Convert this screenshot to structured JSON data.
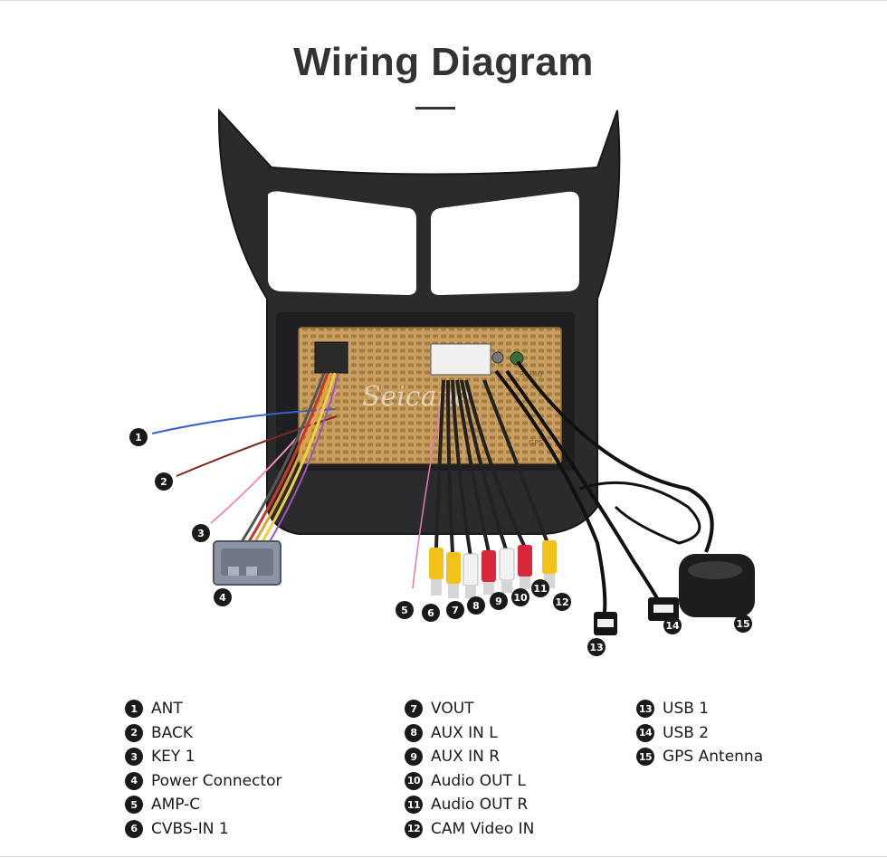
{
  "title": "Wiring Diagram",
  "watermark": "Seicane",
  "unit_markings": {
    "radio": "RADIO",
    "gps": "GPS"
  },
  "colors": {
    "frame": "#2b2b2e",
    "chassis": "#c9a062",
    "title": "#333333",
    "badge": "#1a1a1a",
    "rca_yellow": "#f2c21b",
    "rca_red": "#d8283c",
    "rca_white": "#f2f2f2"
  },
  "legend": {
    "columns": [
      [
        {
          "num": "1",
          "label": "ANT"
        },
        {
          "num": "2",
          "label": "BACK"
        },
        {
          "num": "3",
          "label": "KEY 1"
        },
        {
          "num": "4",
          "label": "Power Connector"
        },
        {
          "num": "5",
          "label": "AMP-C"
        },
        {
          "num": "6",
          "label": "CVBS-IN 1"
        }
      ],
      [
        {
          "num": "7",
          "label": "VOUT"
        },
        {
          "num": "8",
          "label": "AUX IN L"
        },
        {
          "num": "9",
          "label": "AUX IN R"
        },
        {
          "num": "10",
          "label": "Audio OUT L"
        },
        {
          "num": "11",
          "label": "Audio OUT R"
        },
        {
          "num": "12",
          "label": "CAM Video IN"
        }
      ],
      [
        {
          "num": "13",
          "label": "USB 1"
        },
        {
          "num": "14",
          "label": "USB 2"
        },
        {
          "num": "15",
          "label": "GPS Antenna"
        }
      ]
    ]
  },
  "callouts": [
    "1",
    "2",
    "3",
    "4",
    "5",
    "6",
    "7",
    "8",
    "9",
    "10",
    "11",
    "12",
    "13",
    "14",
    "15"
  ]
}
